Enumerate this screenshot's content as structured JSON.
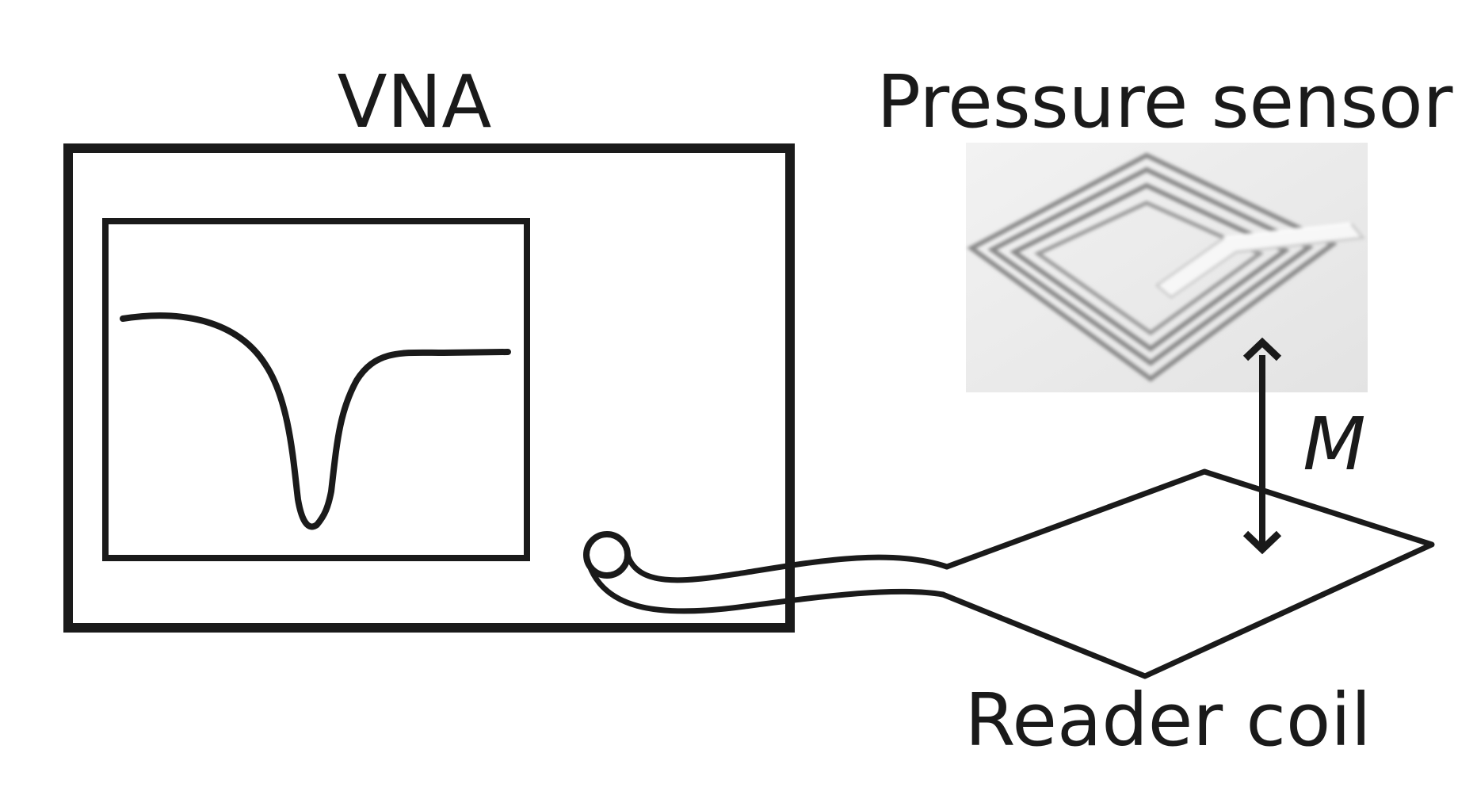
{
  "labels": {
    "vna": "VNA",
    "pressure_sensor": "Pressure sensor",
    "reader_coil": "Reader coil",
    "mutual_inductance": "M"
  },
  "colors": {
    "stroke": "#1a1a1a",
    "photo_background": "#ededed",
    "sensor_trace": "#8a8a8a",
    "sensor_highlight": "#ffffff",
    "tube": "#e6e6e6"
  },
  "icons": {
    "photo": "pressure-sensor-photo",
    "arrow": "double-headed-arrow-icon"
  }
}
